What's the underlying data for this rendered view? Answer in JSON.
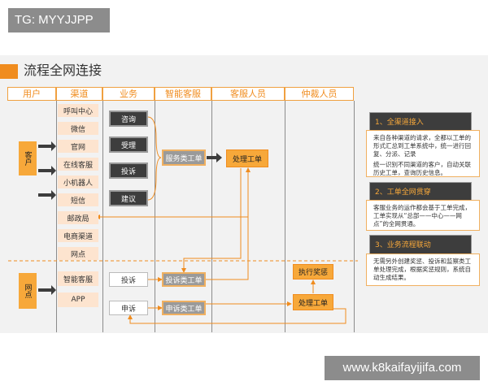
{
  "tg_label": "TG: MYYJJPP",
  "title": "流程全网连接",
  "columns": [
    "用户",
    "渠道",
    "业务",
    "智能客服",
    "客服人员",
    "仲裁人员"
  ],
  "users": {
    "customer": "客户",
    "outlet": "网点"
  },
  "channels_customer": [
    "呼叫中心",
    "微信",
    "官网",
    "在线客服",
    "小机器人",
    "短信",
    "邮政局",
    "电商渠道",
    "网点"
  ],
  "channels_outlet": [
    "智能客服",
    "APP"
  ],
  "business_customer": [
    "咨询",
    "受理",
    "投诉",
    "建议"
  ],
  "business_outlet": [
    "投诉",
    "申诉"
  ],
  "smart": {
    "service_ticket": "服务类工单",
    "complaint_ticket": "投诉类工单",
    "appeal_ticket": "申诉类工单"
  },
  "agent": {
    "process_ticket": "处理工单"
  },
  "arbiter": {
    "execute_penalty": "执行奖惩",
    "process_ticket": "处理工单"
  },
  "features": [
    {
      "title": "1、全渠道接入",
      "bullets": [
        "来自各种渠道的请求，全都以工单的形式汇总到工单系统中，统一进行回复、分派、记录",
        "统一识别不同渠道的客户，自动关联历史工单，查询历史信息。"
      ]
    },
    {
      "title": "2、工单全网贯穿",
      "bullets": [
        "客服业务的运作都会基于工单完成，工单实现从“总部——中心——网点”的全网贯通。"
      ]
    },
    {
      "title": "3、业务流程联动",
      "bullets": [
        "无需另外创建奖惩、投诉和监察类工单处理完成，根据奖惩规则，系统自动生成结果。"
      ]
    }
  ],
  "watermark": "www.k8kaifayijifa.com",
  "colors": {
    "accent": "#f08c1e",
    "dark_box": "#3d3d3d",
    "grey_box": "#9a9a9a",
    "channel_fill": "#fde4cf"
  }
}
